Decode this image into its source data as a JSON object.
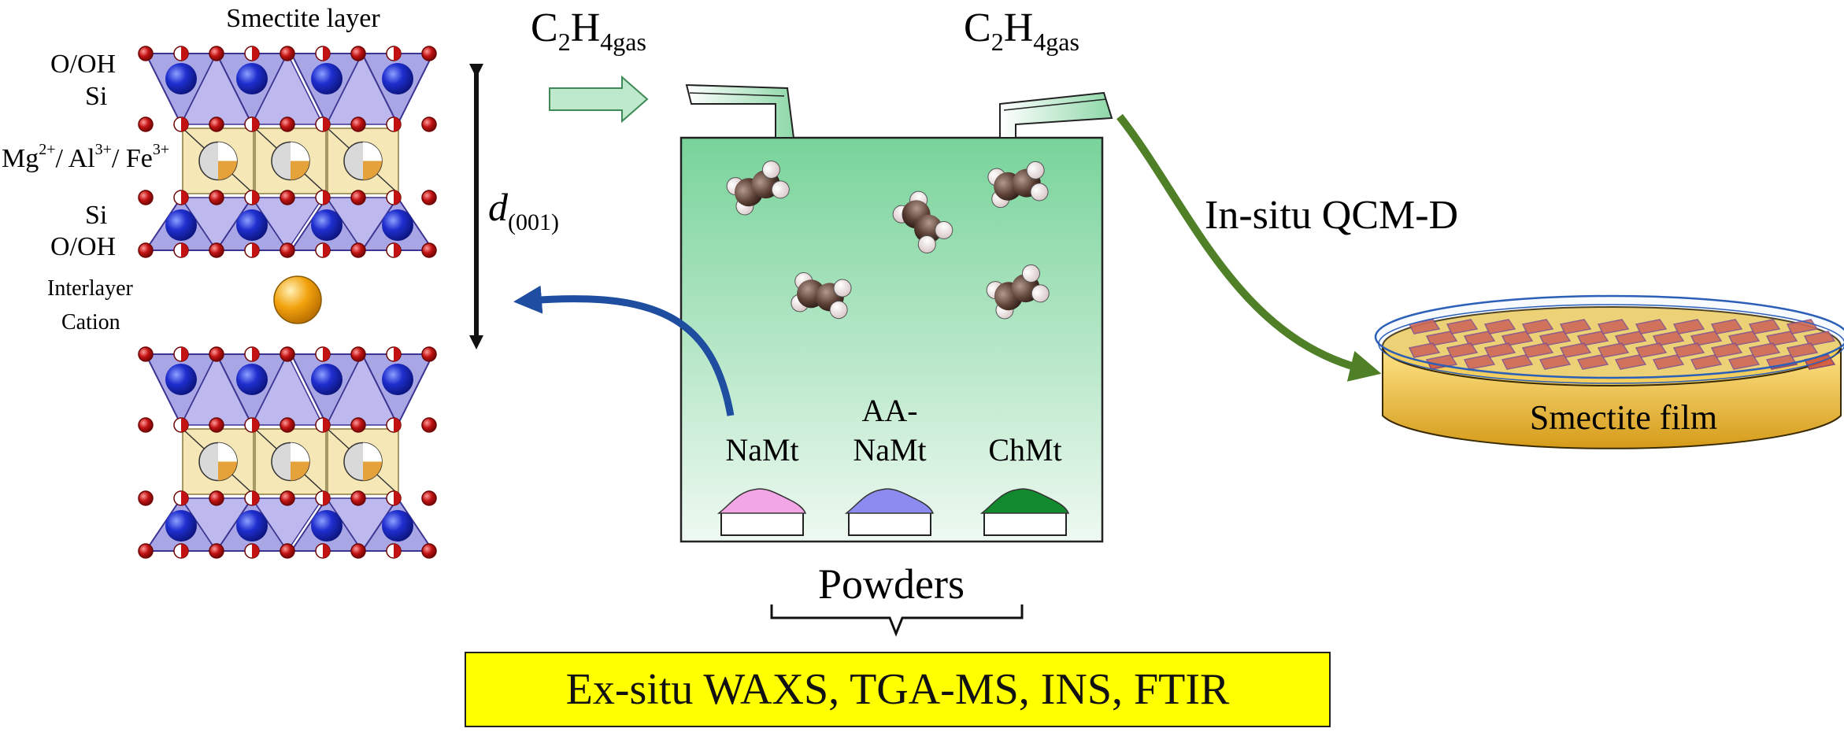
{
  "structure": {
    "title": "Smectite layer",
    "oxygen_label": "O/OH",
    "si_label": "Si",
    "metal_label_parts": [
      "Mg",
      "2+",
      "/ Al",
      "3+",
      "/ Fe",
      "3+"
    ],
    "interlayer_label_lines": [
      "Interlayer",
      "Cation"
    ],
    "d_spacing_symbol": "d",
    "d_spacing_index": "(001)"
  },
  "gas": {
    "inlet": {
      "formula": "C",
      "sub1": "2",
      "h": "H",
      "sub2": "4gas"
    },
    "outlet": {
      "formula": "C",
      "sub1": "2",
      "h": "H",
      "sub2": "4gas"
    }
  },
  "samples": [
    {
      "lines": [
        "NaMt"
      ],
      "color": "#f3a6e6"
    },
    {
      "lines": [
        "AA-",
        "NaMt"
      ],
      "color": "#8c8cf0"
    },
    {
      "lines": [
        "ChMt"
      ],
      "color": "#138a2d"
    }
  ],
  "powders_label": "Powders",
  "qcm_label": "In-situ QCM-D",
  "film_label": "Smectite film",
  "methods_label": "Ex-situ WAXS, TGA-MS, INS, FTIR",
  "colors": {
    "chamber_top": "#78d39a",
    "chamber_bottom": "#eef9f1",
    "tetrahedron": "#a9a6e6",
    "octahedron": "#f6e7b7",
    "oxygen": "#c21212",
    "silicon": "#1f2fcf",
    "cation": "#f2a20d",
    "blue_arrow": "#1f4ea0",
    "green_arrow": "#4f7f27",
    "dish": "#efc44a",
    "crystals": "#d0553d",
    "methods_box": "#ffff00"
  }
}
